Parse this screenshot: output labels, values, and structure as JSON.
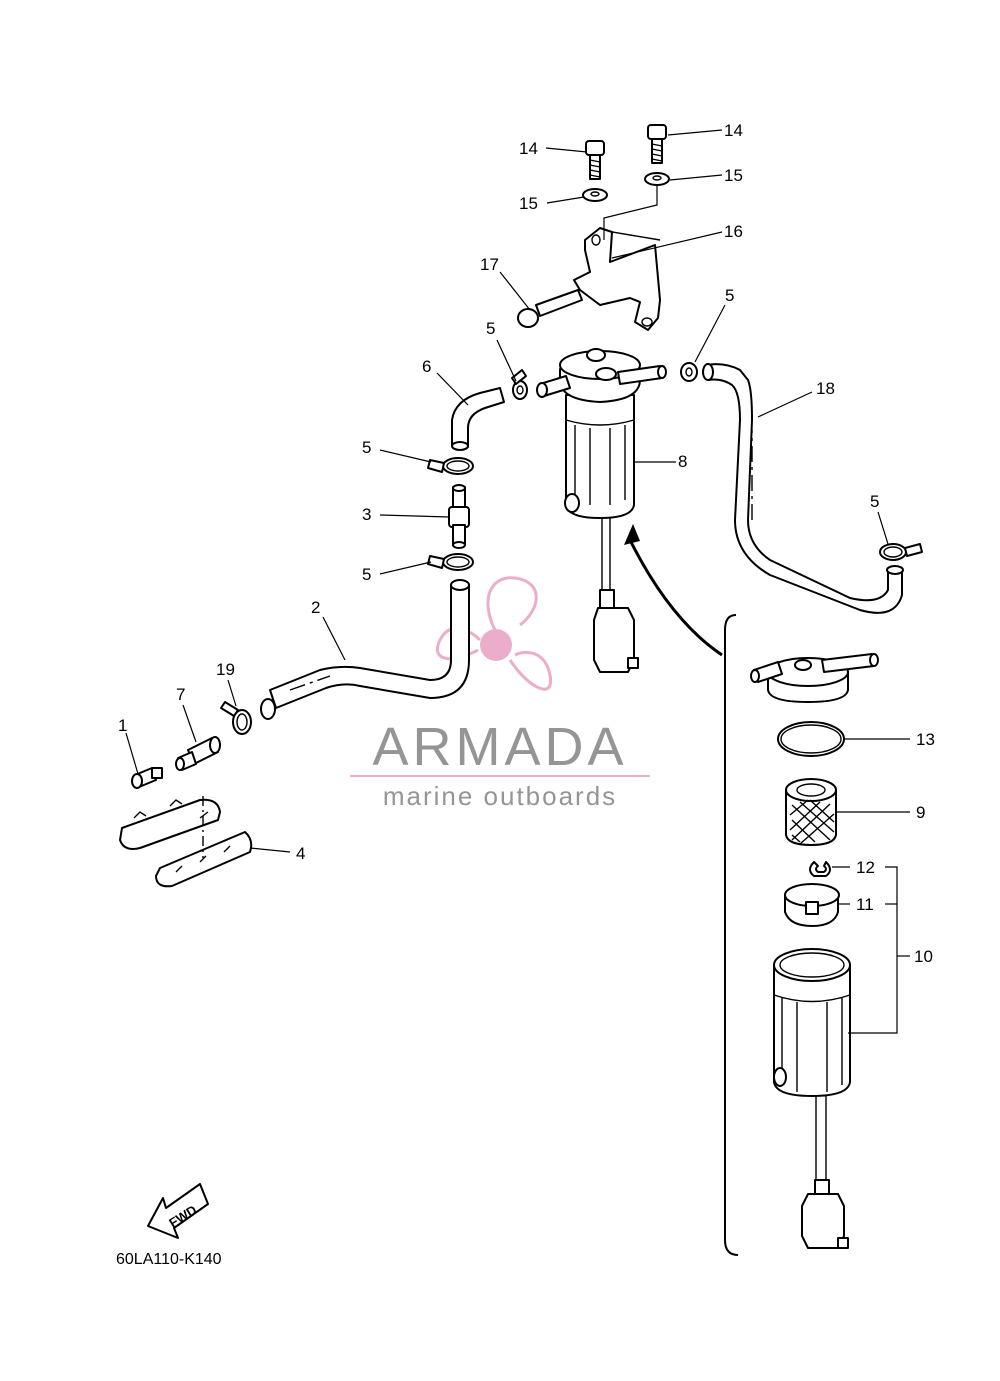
{
  "diagram_code": "60LA110-K140",
  "fwd_label": "FWD",
  "watermark": {
    "brand": "ARMADA",
    "tagline": "marine outboards",
    "brand_color": "#8a8a8a",
    "accent_color": "#e8a6c6"
  },
  "callouts": {
    "c1": "1",
    "c2": "2",
    "c3": "3",
    "c4": "4",
    "c5a": "5",
    "c5b": "5",
    "c5c": "5",
    "c5d": "5",
    "c5e": "5",
    "c6": "6",
    "c7": "7",
    "c8": "8",
    "c9": "9",
    "c10": "10",
    "c11": "11",
    "c12": "12",
    "c13": "13",
    "c14a": "14",
    "c14b": "14",
    "c15a": "15",
    "c15b": "15",
    "c16": "16",
    "c17": "17",
    "c18": "18",
    "c19": "19"
  }
}
